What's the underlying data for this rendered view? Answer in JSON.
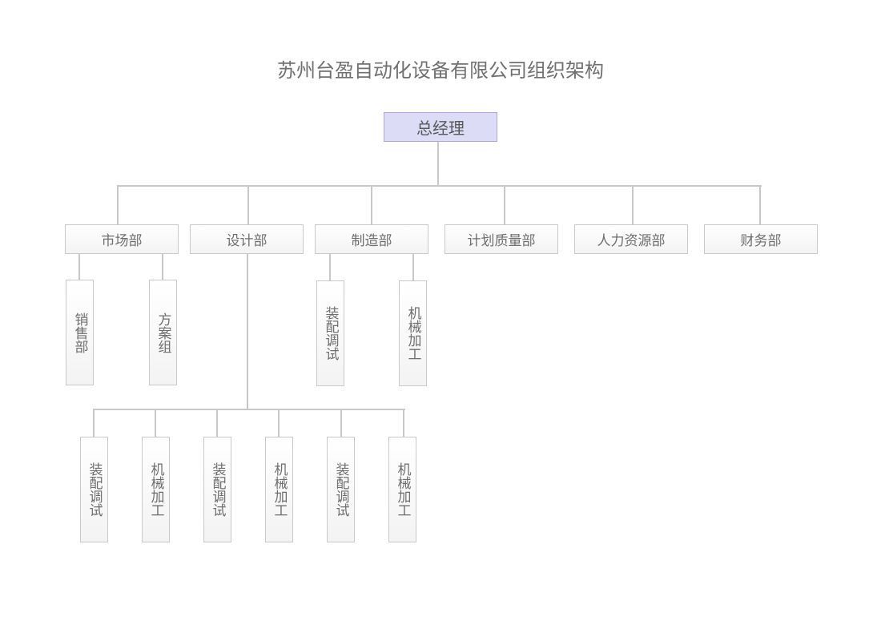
{
  "title": "苏州台盈自动化设备有限公司组织架构",
  "root": {
    "label": "总经理"
  },
  "departments": [
    {
      "label": "市场部"
    },
    {
      "label": "设计部"
    },
    {
      "label": "制造部"
    },
    {
      "label": "计划质量部"
    },
    {
      "label": "人力资源部"
    },
    {
      "label": "财务部"
    }
  ],
  "market_units": [
    "销售部",
    "方案组"
  ],
  "manufacturing_units": [
    "装配调试",
    "机械加工"
  ],
  "design_units": [
    "装配调试",
    "机械加工",
    "装配调试",
    "机械加工",
    "装配调试",
    "机械加工"
  ],
  "colors": {
    "root_fill": "#dcdcf7",
    "root_border": "#a9a9e0",
    "box_border": "#c9c9c9",
    "connector": "#c8c8c8"
  }
}
